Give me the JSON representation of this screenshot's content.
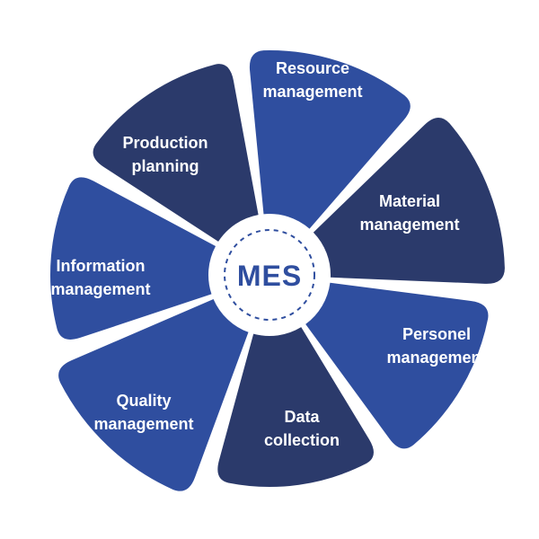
{
  "center": {
    "label": "MES",
    "text_color": "#2f4e9f",
    "ring_color": "#2f4e9f"
  },
  "colors": {
    "blue": "#2f4e9f",
    "navy": "#2b3a6b",
    "background": "#ffffff"
  },
  "segments": [
    {
      "id": "resource-management",
      "lines": [
        "Resource",
        "management"
      ],
      "color": "#2f4e9f"
    },
    {
      "id": "material-management",
      "lines": [
        "Material",
        "management"
      ],
      "color": "#2b3a6b"
    },
    {
      "id": "personel-management",
      "lines": [
        "Personel",
        "management"
      ],
      "color": "#2f4e9f"
    },
    {
      "id": "data-collection",
      "lines": [
        "Data",
        "collection"
      ],
      "color": "#2b3a6b"
    },
    {
      "id": "quality-management",
      "lines": [
        "Quality",
        "management"
      ],
      "color": "#2f4e9f"
    },
    {
      "id": "information-management",
      "lines": [
        "Information",
        "management"
      ],
      "color": "#2f4e9f"
    },
    {
      "id": "production-planning",
      "lines": [
        "Production",
        "planning"
      ],
      "color": "#2b3a6b"
    }
  ]
}
